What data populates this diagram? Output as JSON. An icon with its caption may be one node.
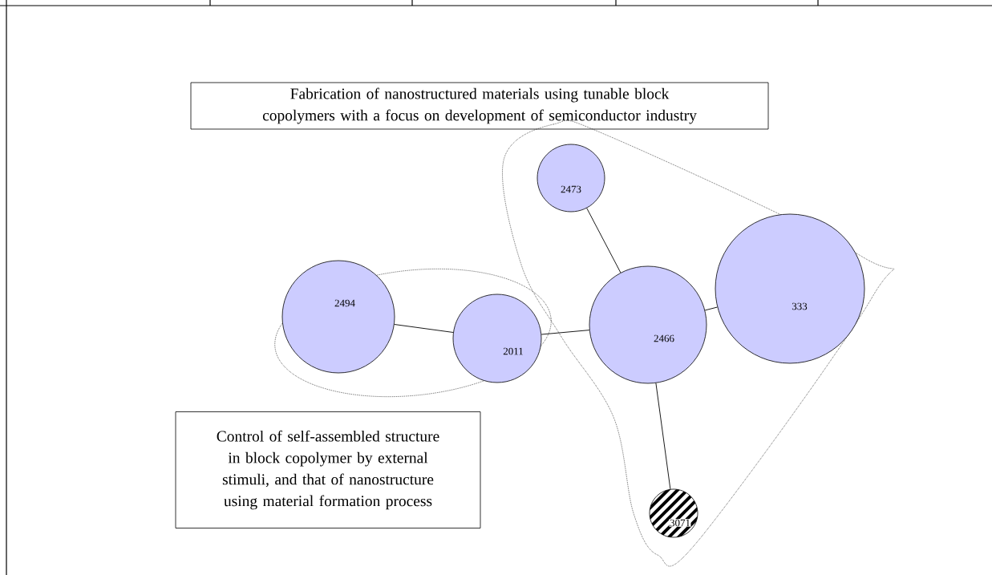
{
  "diagram": {
    "nodes": [
      {
        "text": [
          "Fabrication of nanostructured materials using tunable block copolymers with a focus on development of semiconductor industry"
        ]
      },
      {
        "text": [],
        "shape": "cloud"
      },
      {
        "text": [
          "2473"
        ],
        "in": 1
      },
      {
        "text": [],
        "shape": "circle"
      },
      {
        "text": [
          "2494"
        ],
        "in": 3
      },
      {
        "text": [
          "2011"
        ],
        "in": 3
      },
      {
        "text": [
          "2466"
        ],
        "in": 1
      },
      {
        "text": [
          "333"
        ],
        "in": 1
      },
      {
        "text": [
          "3071"
        ],
        "in": 1
      },
      {
        "text": [
          "Control of self-assembled structure in block copolymer by external stimuli, and that of nanostructure using material formation process"
        ]
      }
    ],
    "edges": [
      {
        "from": 4,
        "to": 5,
        "arrow": "none"
      },
      {
        "from": 5,
        "to": 6,
        "arrow": "none"
      },
      {
        "from": 6,
        "to": 7,
        "arrow": "none"
      },
      {
        "from": 2,
        "to": 6,
        "arrow": "none"
      },
      {
        "from": 6,
        "to": 8,
        "arrow": "none"
      }
    ]
  }
}
